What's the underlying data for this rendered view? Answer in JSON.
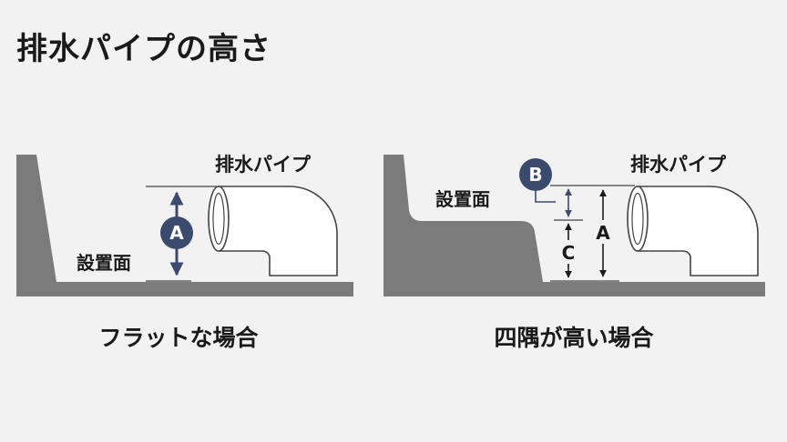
{
  "title": "排水パイプの高さ",
  "left_panel": {
    "pipe_label": "排水パイプ",
    "surface_label": "設置面",
    "marker_a": "A",
    "caption": "フラットな場合"
  },
  "right_panel": {
    "pipe_label": "排水パイプ",
    "surface_label": "設置面",
    "marker_b": "B",
    "label_a": "A",
    "label_c": "C",
    "caption": "四隅が高い場合"
  },
  "colors": {
    "floor": "#7b7b7b",
    "accent": "#3a4b6e",
    "pipe_outline": "#444444",
    "pipe_fill": "#ffffff",
    "text": "#1a1a1a"
  }
}
